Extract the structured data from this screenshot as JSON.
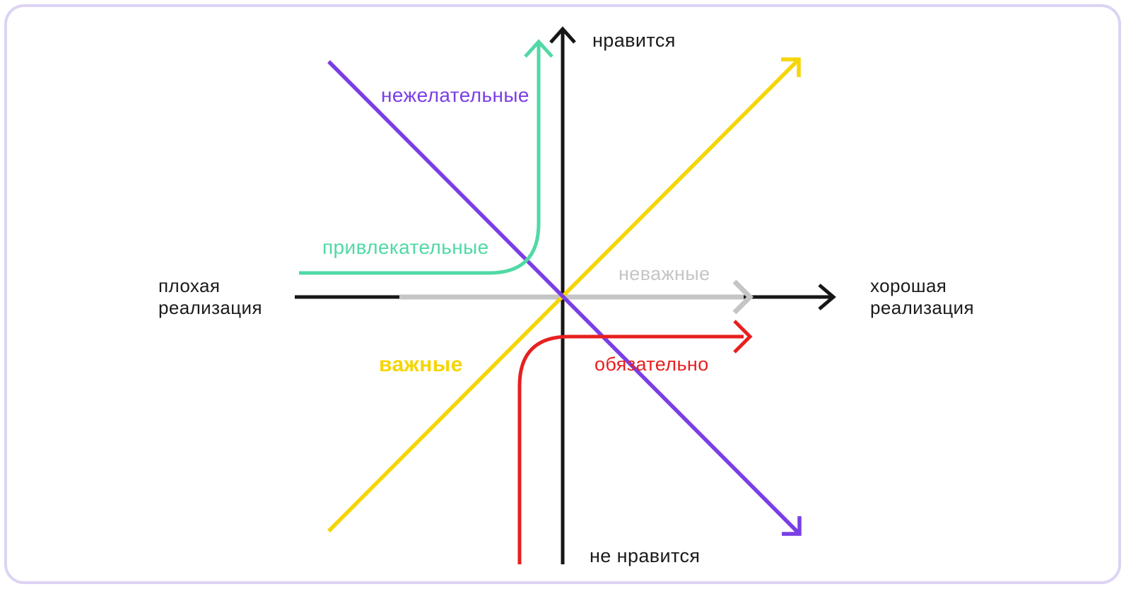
{
  "colors": {
    "axis": "#171717",
    "text": "#1b1b1b",
    "card_border": "#dcd3f5",
    "background": "#ffffff",
    "yellow": "#f5d506",
    "purple": "#7a3ee6",
    "green": "#51d9a5",
    "red": "#e7201f",
    "gray": "#c5c5c5"
  },
  "axes": {
    "top": "нравится",
    "bottom": "не нравится",
    "left": [
      "плохая",
      "реализация"
    ],
    "right": [
      "хорошая",
      "реализация"
    ]
  },
  "categories": [
    {
      "id": "undesirable",
      "label": "нежелательные",
      "color": "#7a3ee6"
    },
    {
      "id": "attractive",
      "label": "привлекательные",
      "color": "#51d9a5"
    },
    {
      "id": "unimportant",
      "label": "неважные",
      "color": "#c5c5c5"
    },
    {
      "id": "important",
      "label": "важные",
      "color": "#f5d506"
    },
    {
      "id": "mandatory",
      "label": "обязательно",
      "color": "#e7201f"
    }
  ]
}
